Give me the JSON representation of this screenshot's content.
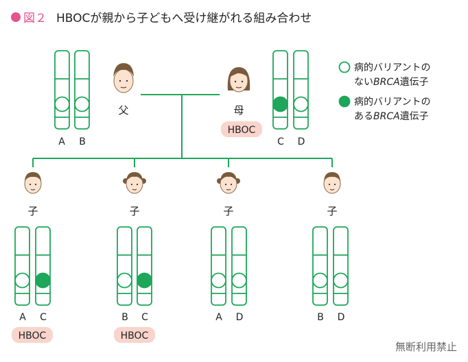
{
  "title": {
    "fig": "図２",
    "text": "HBOCが親から子どもへ受け継がれる組み合わせ"
  },
  "legend": {
    "absent_line1": "病的バリアントの",
    "absent_line2_pre": "ない",
    "absent_line2_brca": "BRCA",
    "absent_line2_post": "遺伝子",
    "present_line1": "病的バリアントの",
    "present_line2_pre": "ある",
    "present_line2_brca": "BRCA",
    "present_line2_post": "遺伝子"
  },
  "colors": {
    "green": "#1ea65a",
    "badge": "#f8d4cc",
    "pink": "#e4528f",
    "hair": "#7b5a3c",
    "skin": "#fbe3d0"
  },
  "father": {
    "label": "父",
    "genes": [
      "A",
      "B"
    ],
    "variant": [
      false,
      false
    ]
  },
  "mother": {
    "label": "母",
    "badge": "HBOC",
    "genes": [
      "C",
      "D"
    ],
    "variant": [
      true,
      false
    ]
  },
  "children": [
    {
      "label": "子",
      "genes": [
        "A",
        "C"
      ],
      "variant": [
        false,
        true
      ],
      "badge": "HBOC"
    },
    {
      "label": "子",
      "genes": [
        "B",
        "C"
      ],
      "variant": [
        false,
        true
      ],
      "badge": "HBOC"
    },
    {
      "label": "子",
      "genes": [
        "A",
        "D"
      ],
      "variant": [
        false,
        false
      ],
      "badge": ""
    },
    {
      "label": "子",
      "genes": [
        "B",
        "D"
      ],
      "variant": [
        false,
        false
      ],
      "badge": ""
    }
  ],
  "footer": "無断利用禁止"
}
